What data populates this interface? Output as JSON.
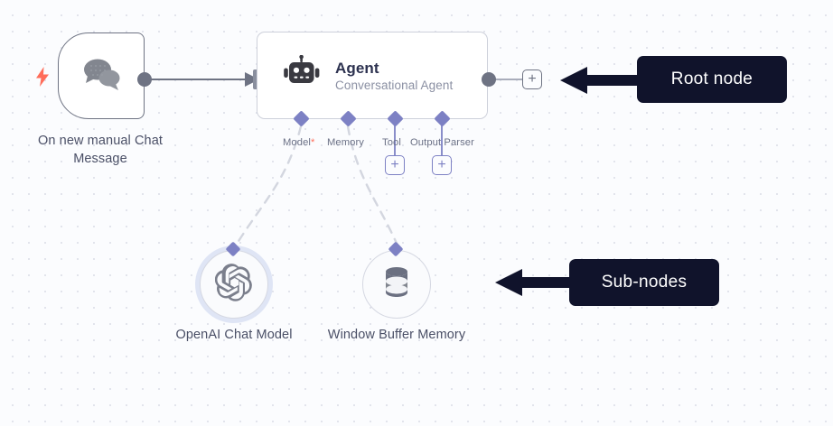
{
  "canvas": {
    "background_color": "#fbfcfe",
    "grid_dot_color": "#d9dce6"
  },
  "nodes": {
    "trigger": {
      "caption": "On new manual Chat Message",
      "icon": "chat-bubbles-icon",
      "badge_icon": "lightning-bolt-icon",
      "badge_color": "#ff6d5a"
    },
    "agent": {
      "title": "Agent",
      "subtitle": "Conversational Agent",
      "icon": "robot-icon",
      "title_color": "#2d3250",
      "subtitle_color": "#8b90a3"
    },
    "openai_chat_model": {
      "caption": "OpenAI Chat Model",
      "icon": "openai-logo-icon",
      "ring_color": "#dfe5f5"
    },
    "window_buffer_memory": {
      "caption": "Window Buffer Memory",
      "icon": "database-icon"
    }
  },
  "agent_ports": [
    {
      "label": "Model",
      "required": true,
      "required_marker": "*",
      "has_add_button": false
    },
    {
      "label": "Memory",
      "required": false,
      "required_marker": "",
      "has_add_button": false
    },
    {
      "label": "Tool",
      "required": false,
      "required_marker": "",
      "has_add_button": true
    },
    {
      "label": "Output Parser",
      "required": false,
      "required_marker": "",
      "has_add_button": true
    }
  ],
  "buttons": {
    "add_output_label": "+",
    "add_tool_label": "+",
    "add_output_parser_label": "+"
  },
  "annotations": [
    {
      "text": "Root node",
      "color": "#10132b"
    },
    {
      "text": "Sub-nodes",
      "color": "#10132b"
    }
  ],
  "colors": {
    "port_diamond": "#7d81c4",
    "connector_gray": "#6e7383",
    "dashed_edge": "#d3d6df",
    "accent_orange": "#ff6d5a"
  }
}
